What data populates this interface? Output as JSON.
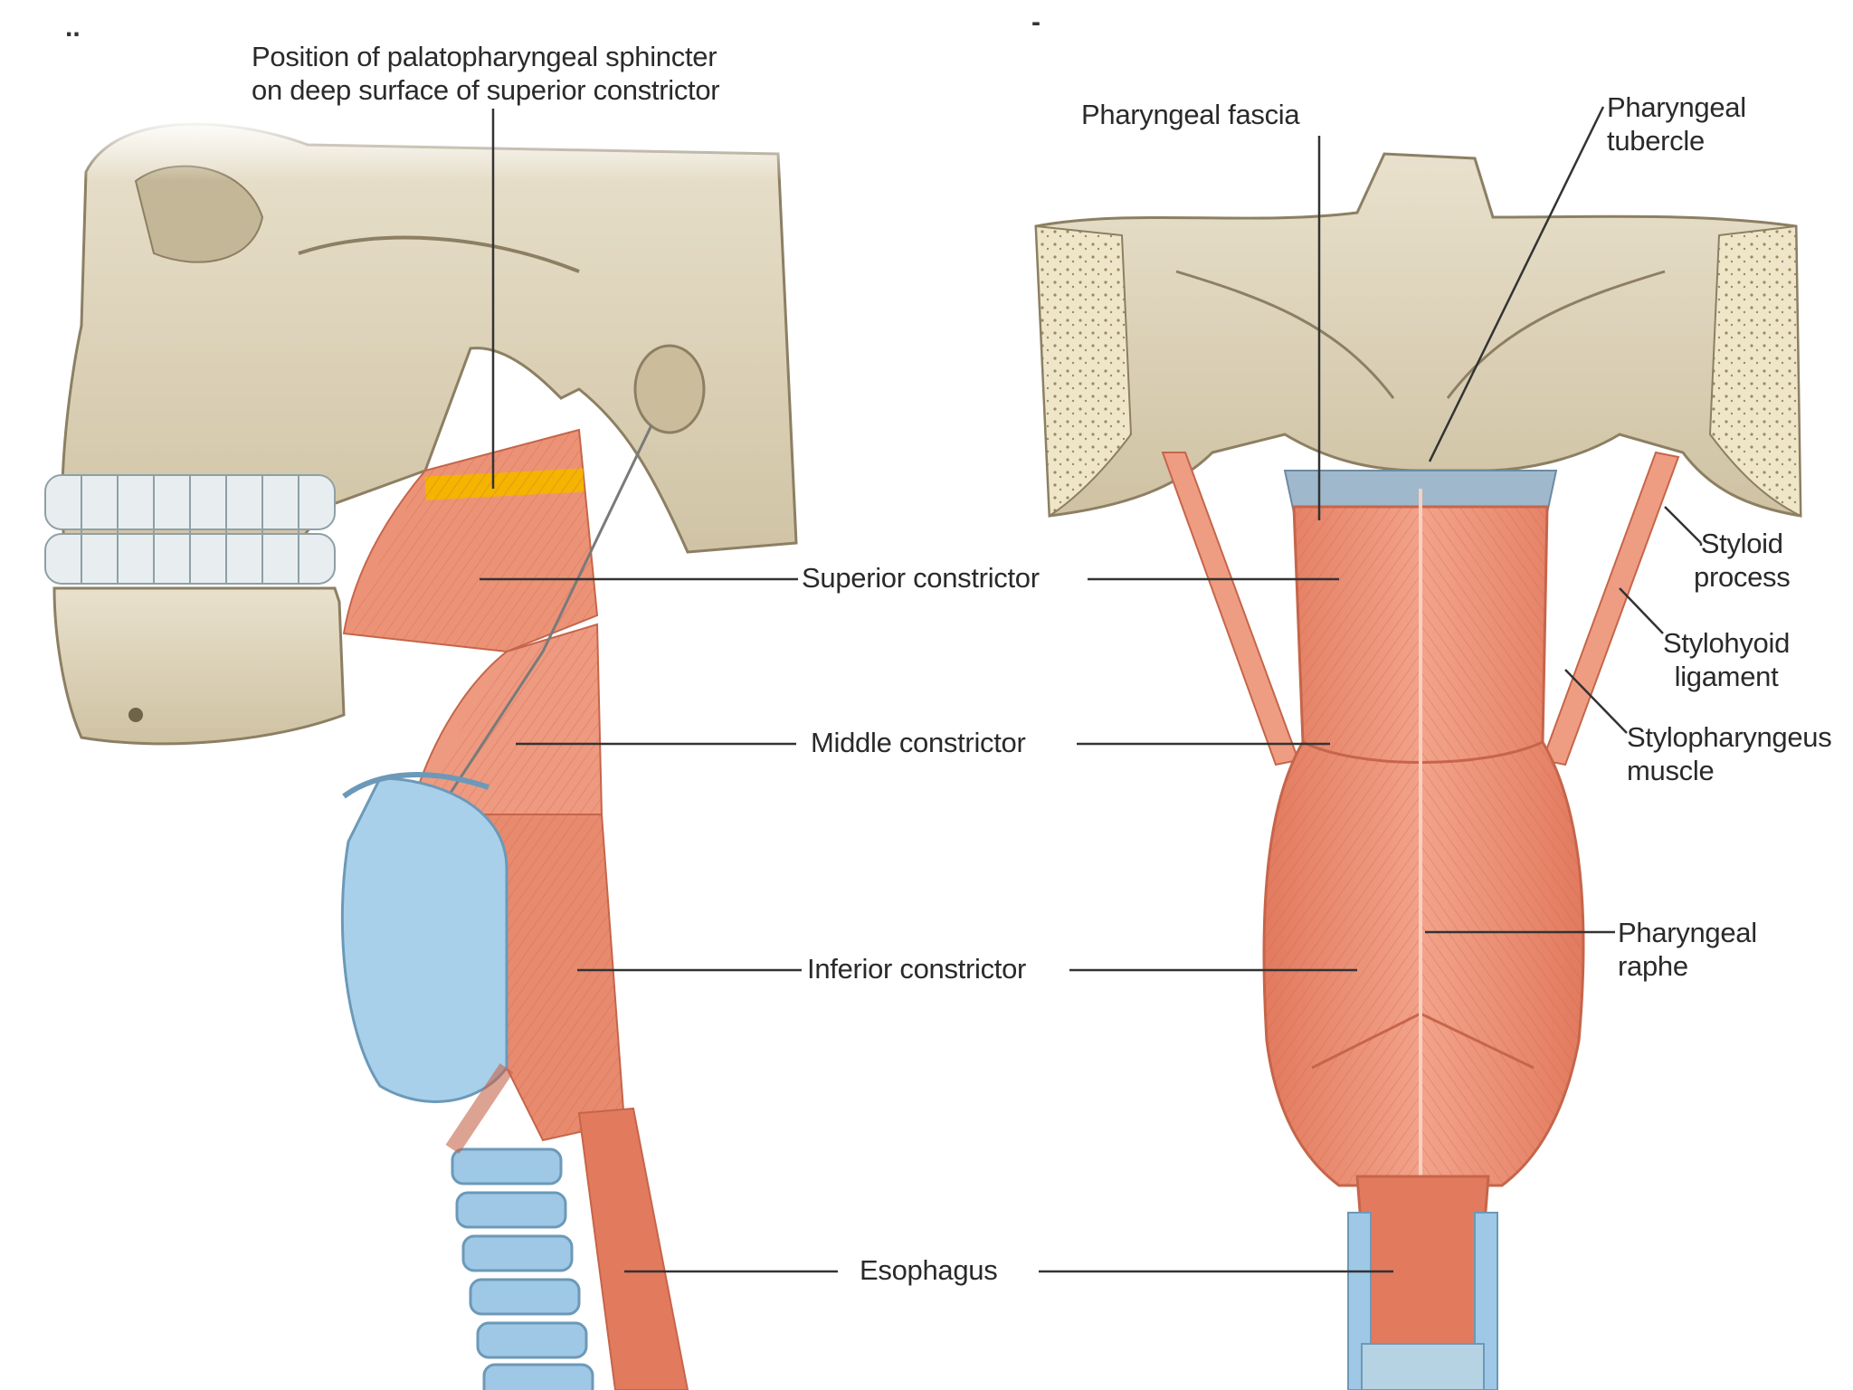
{
  "left_panel": {
    "panel_mark": "..",
    "labels": {
      "palatopharyngeal": "Position of palatopharyngeal sphincter\non deep surface of superior constrictor"
    }
  },
  "right_panel": {
    "panel_mark": "-",
    "labels": {
      "pharyngeal_fascia": "Pharyngeal fascia",
      "pharyngeal_tubercle": "Pharyngeal\ntubercle",
      "styloid_process": "Styloid\nprocess",
      "stylohyoid_ligament": "Stylohyoid\nligament",
      "stylopharyngeus": "Stylopharyngeus\nmuscle",
      "pharyngeal_raphe": "Pharyngeal\nraphe"
    }
  },
  "shared_labels": {
    "superior_constrictor": "Superior constrictor",
    "middle_constrictor": "Middle constrictor",
    "inferior_constrictor": "Inferior constrictor",
    "esophagus": "Esophagus"
  },
  "colors": {
    "bone": "#d8ccb0",
    "muscle": "#e88a6e",
    "cartilage": "#9ec8e6",
    "sphincter": "#f4b400",
    "leader": "#333333"
  }
}
